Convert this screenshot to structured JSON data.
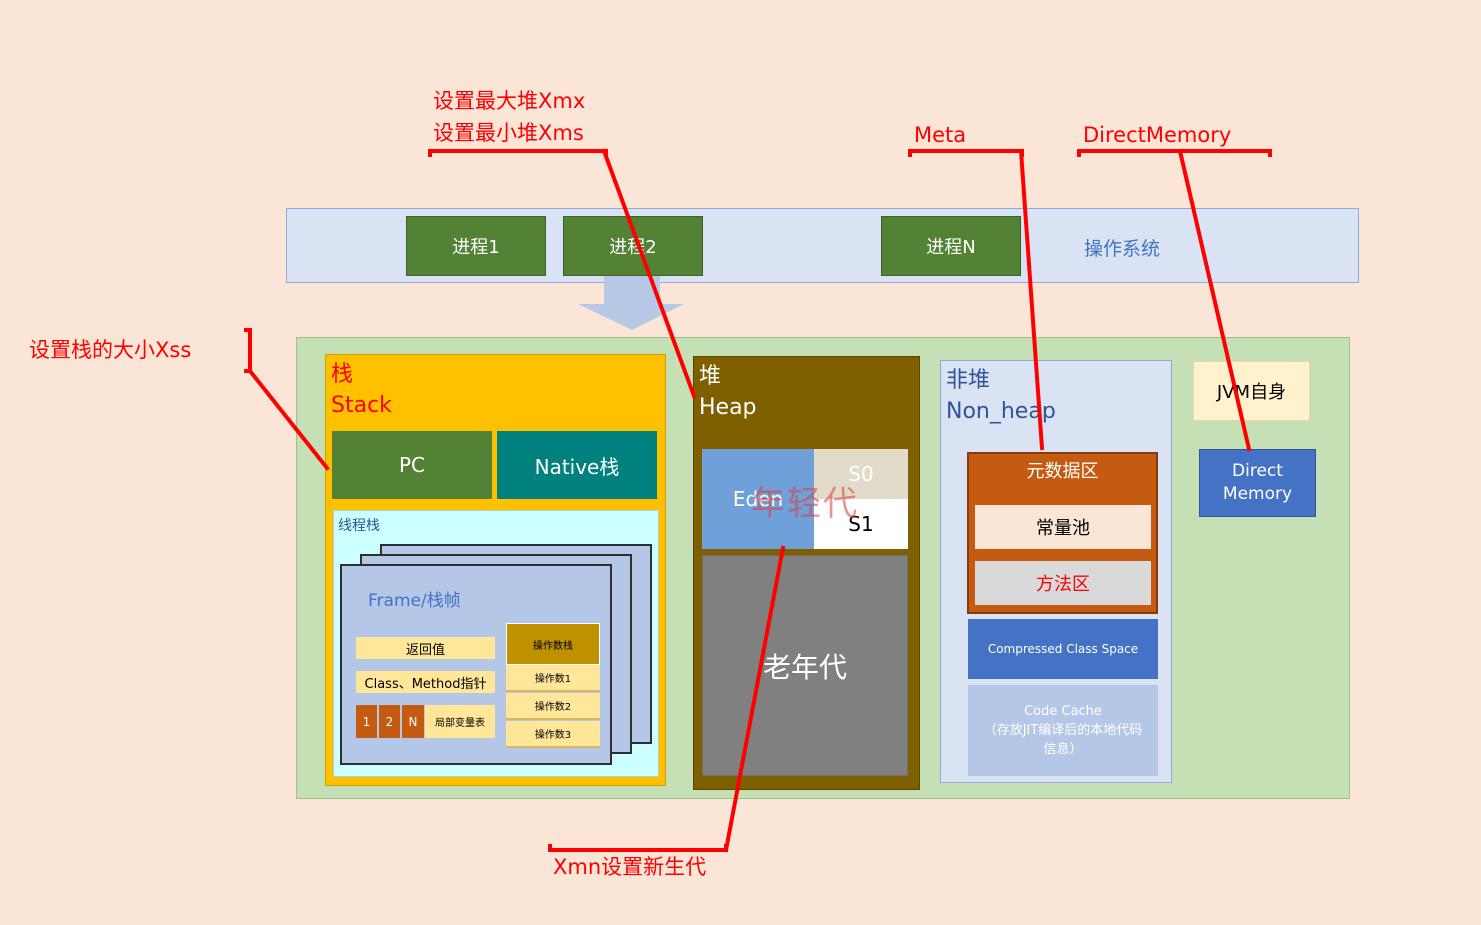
{
  "annotations": {
    "xmx": "设置最大堆Xmx",
    "xms": "设置最小堆Xms",
    "meta": "Meta",
    "direct_memory": "DirectMemory",
    "xss": "设置栈的大小Xss",
    "xmn": "Xmn设置新生代"
  },
  "os": {
    "label": "操作系统",
    "processes": [
      "进程1",
      "进程2",
      "进程N"
    ]
  },
  "stack": {
    "title_cn": "栈",
    "title_en": "Stack",
    "pc": "PC",
    "native": "Native栈",
    "thread_stack": "线程栈",
    "frame_title": "Frame/栈帧",
    "return_value": "返回值",
    "class_method_pointer": "Class、Method指针",
    "local_vars_numbers": [
      "1",
      "2",
      "N"
    ],
    "local_vars_label": "局部变量表",
    "operand_stack_label": "操作数栈",
    "operands": [
      "操作数1",
      "操作数2",
      "操作数3"
    ]
  },
  "heap": {
    "title_cn": "堆",
    "title_en": "Heap",
    "eden": "Eden",
    "s0": "S0",
    "s1": "S1",
    "young_gen": "年轻代",
    "old_gen": "老年代"
  },
  "nonheap": {
    "title_cn": "非堆",
    "title_en": "Non_heap",
    "metadata": "元数据区",
    "constant_pool": "常量池",
    "method_area": "方法区",
    "compressed_class_space": "Compressed Class Space",
    "code_cache_lines": [
      "Code Cache",
      "（存放JIT编译后的本地代码",
      "信息）"
    ]
  },
  "jvm_self": "JVM自身",
  "direct_memory_lines": [
    "Direct",
    "Memory"
  ],
  "colors": {
    "background": "#fbe5d6",
    "annotation": "#ff0000",
    "process": "#548235",
    "stack": "#ffc000",
    "heap": "#7f6000",
    "metadata": "#c55a11",
    "direct_memory": "#4472c4"
  }
}
